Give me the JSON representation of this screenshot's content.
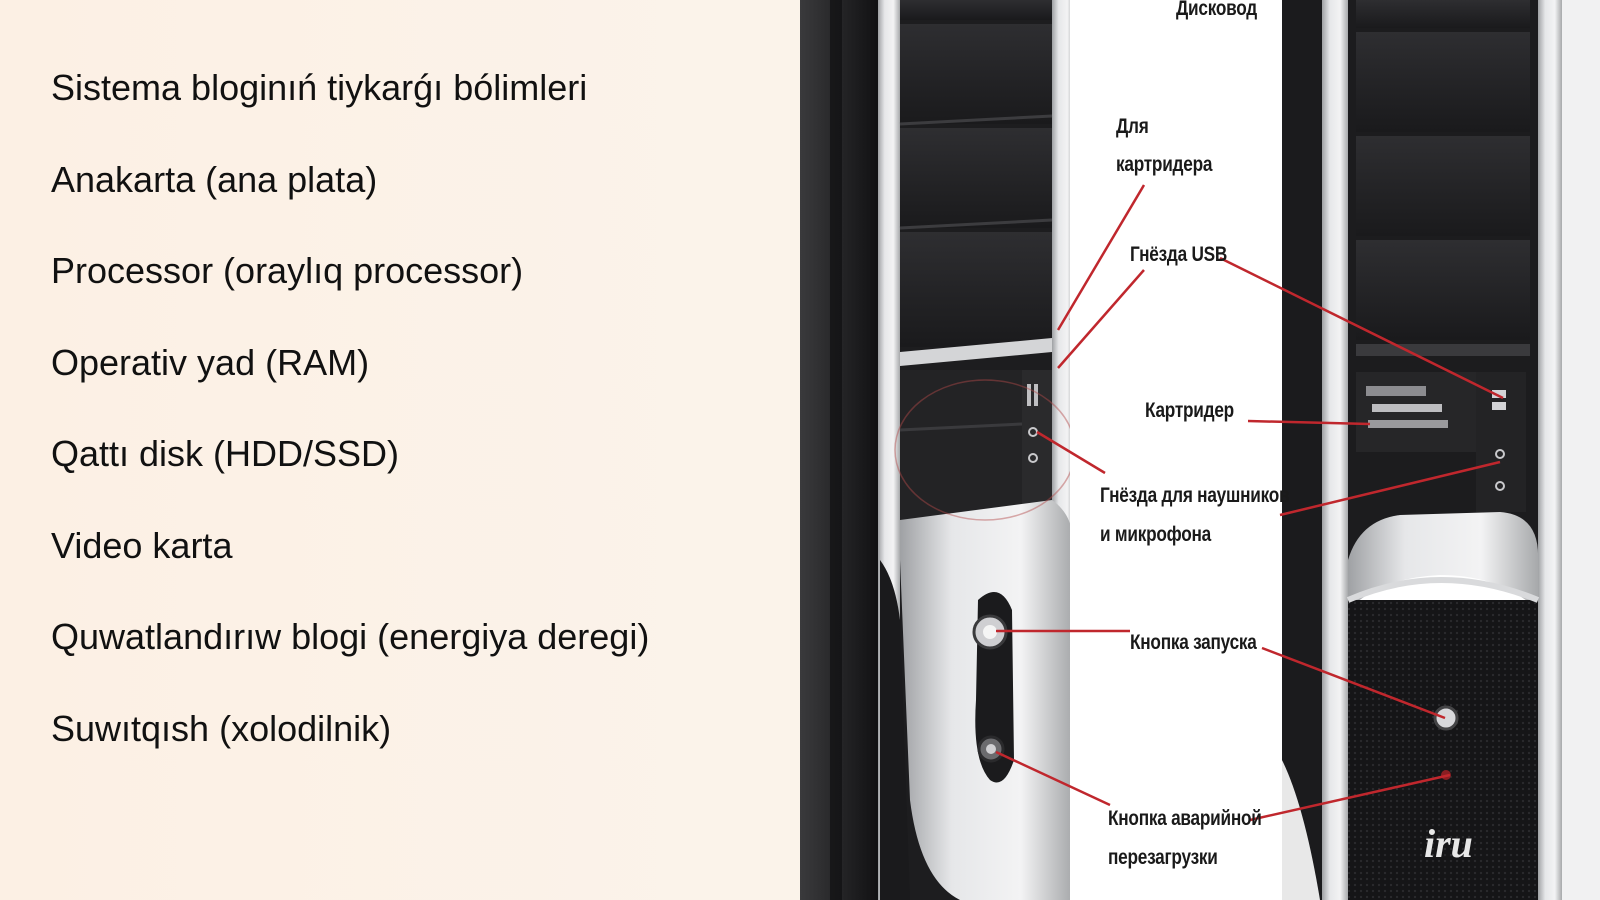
{
  "slide": {
    "items": [
      "Sistema bloginıń tiykarǵı bólimleri",
      "Anakarta (ana plata)",
      "Processor (oraylıq processor)",
      "Operativ yad (RAM)",
      "Qattı disk (HDD/SSD)",
      "Video karta",
      "Quwatlandırıw blogi (energiya deregi)",
      "Suwıtqısh (xolodilnik)"
    ]
  },
  "photo": {
    "labels": {
      "drive": "Дисковод",
      "cardreader_bay_1": "Для",
      "cardreader_bay_2": "картридера",
      "usb": "Гнёзда USB",
      "cardreader": "Картридер",
      "audio_1": "Гнёзда для наушников",
      "audio_2": "и микрофона",
      "power": "Кнопка запуска",
      "reset_1": "Кнопка аварийной",
      "reset_2": "перезагрузки"
    },
    "brand": "iru",
    "colors": {
      "callout_line": "#c0272d",
      "case_black": "#1c1c1e",
      "case_silver": "#d9dadc"
    }
  }
}
